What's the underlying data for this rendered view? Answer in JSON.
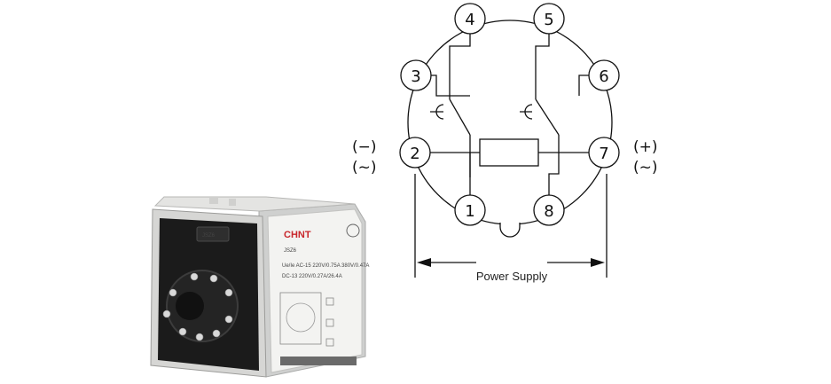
{
  "diagram": {
    "pins": [
      "4",
      "5",
      "3",
      "6",
      "2",
      "7",
      "1",
      "8"
    ],
    "polarity_left": [
      "(−)",
      "(~)"
    ],
    "polarity_right": [
      "(+)",
      "(~)"
    ],
    "caption": "Power Supply"
  },
  "device": {
    "brand": "CHNT",
    "model": "JSZ6",
    "window_label": "JSZ6",
    "spec_lines": [
      "Ue/Ie AC-15 220V/0.75A 380V/0.47A",
      "DC-13 220V/0.27A/26.4A"
    ]
  }
}
